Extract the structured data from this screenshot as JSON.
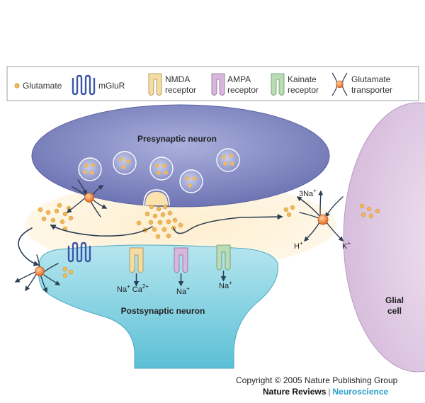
{
  "legend": {
    "glutamate": "Glutamate",
    "mglur": "mGluR",
    "nmda_line1": "NMDA",
    "nmda_line2": "receptor",
    "ampa_line1": "AMPA",
    "ampa_line2": "receptor",
    "kainate_line1": "Kainate",
    "kainate_line2": "receptor",
    "transporter_line1": "Glutamate",
    "transporter_line2": "transporter"
  },
  "cells": {
    "presynaptic": "Presynaptic neuron",
    "postsynaptic": "Postsynaptic neuron",
    "glial_line1": "Glial",
    "glial_line2": "cell"
  },
  "ions": {
    "nmda_na": "Na",
    "nmda_ca": "Ca",
    "ampa_na": "Na",
    "kainate_na": "Na",
    "glial_na": "3Na",
    "glial_h": "H",
    "glial_k": "K",
    "plus": "+",
    "two_plus": "2+"
  },
  "colors": {
    "glutamate": "#f1b85a",
    "presynaptic": "#7f86c0",
    "postsynaptic": "#7ccfe0",
    "glial": "#e3cfe6",
    "mglur": "#3b56a8",
    "nmda": "#f4dca2",
    "ampa": "#d9b6dd",
    "kainate": "#b9dcb5",
    "transporter": "#f07f2e"
  },
  "footer": {
    "copyright": "Copyright © 2005 Nature Publishing Group",
    "journal": "Nature Reviews",
    "separator": "|",
    "section": "Neuroscience"
  }
}
